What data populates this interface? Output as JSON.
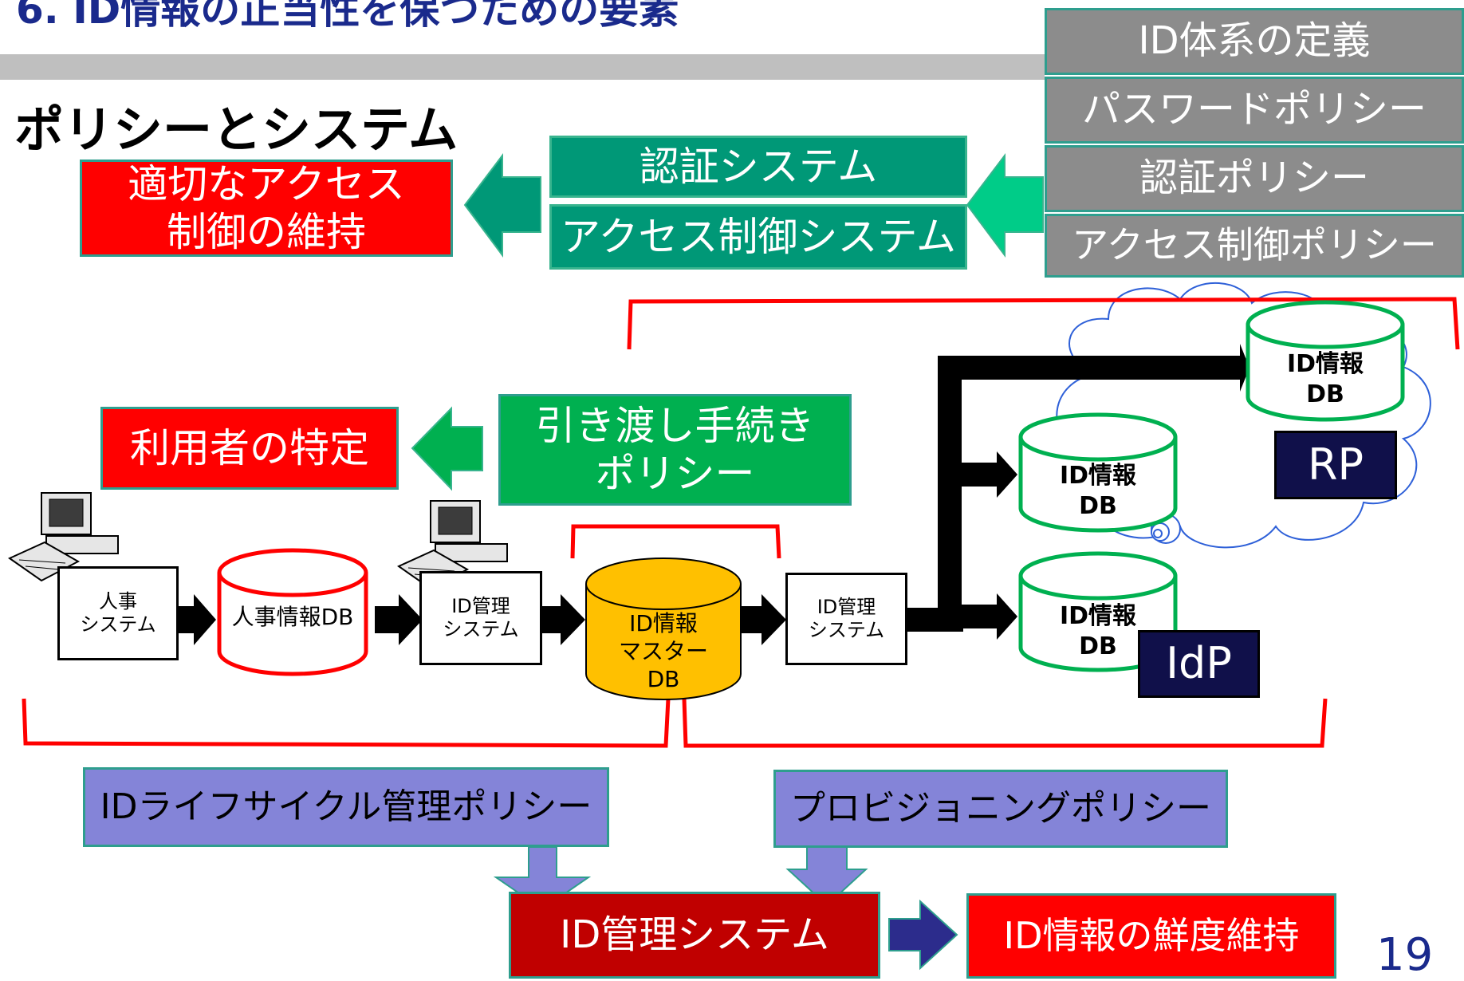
{
  "header": {
    "title": "6. ID情報の正当性を保つための要素",
    "subtitle": "ポリシーとシステム"
  },
  "policy_stack": [
    "ID体系の定義",
    "パスワードポリシー",
    "認証ポリシー",
    "アクセス制御ポリシー"
  ],
  "systems_top": [
    "認証システム",
    "アクセス制御システム"
  ],
  "goal_access": "適切なアクセス\n制御の維持",
  "goal_identify": "利用者の特定",
  "handover_policy": "引き渡し手続き\nポリシー",
  "flow": {
    "hr_system": "人事\nシステム",
    "hr_db": "人事情報DB",
    "id_mgmt_1": "ID管理\nシステム",
    "master_db": "ID情報\nマスター\nDB",
    "id_mgmt_2": "ID管理\nシステム",
    "id_db_upper": "ID情報\nDB",
    "id_db_middle": "ID情報\nDB",
    "id_db_lower": "ID情報\nDB",
    "rp": "RP",
    "idp": "IdP"
  },
  "policies_bottom": [
    "IDライフサイクル管理ポリシー",
    "プロビジョニングポリシー"
  ],
  "id_mgmt_system": "ID管理システム",
  "freshness": "ID情報の鮮度維持",
  "page_number": "19",
  "colors": {
    "title": "#1a2a8c",
    "teal": "#009877",
    "red": "#ff0000",
    "green": "#00b050",
    "gray": "#8c8c8c",
    "purple": "#8484d8",
    "dark_red": "#c00000",
    "navy": "#10104a",
    "master_db": "#ffc000",
    "arrow_blue": "#2c2c8c"
  }
}
